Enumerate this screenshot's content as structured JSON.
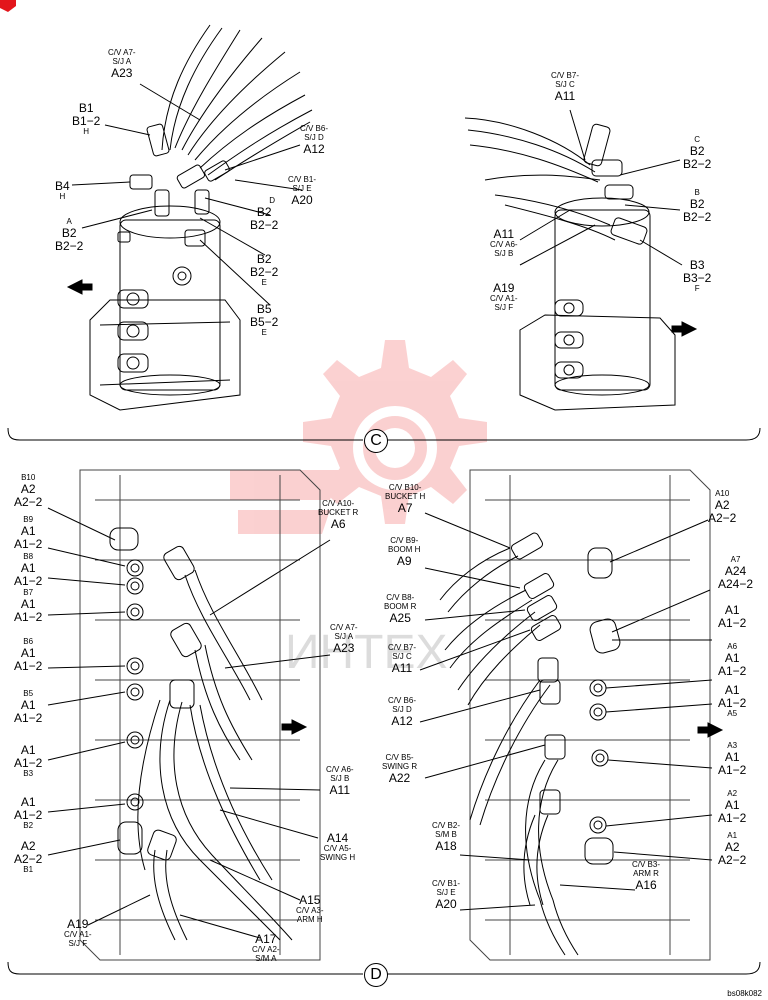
{
  "sections": {
    "c": "C",
    "d": "D"
  },
  "figure_ref": "bs08k082",
  "colors": {
    "stroke": "#000000",
    "watermark": "#f05a5a",
    "corner_stamp": "#e3161c"
  },
  "watermark_text": "ИНТЕХ",
  "labels": {
    "c_a23": {
      "l1": "C/V A7-",
      "l2": "S/J A",
      "code": "A23"
    },
    "c_b1": {
      "l1": "B1",
      "l2": "B1−2",
      "l3": "H"
    },
    "c_b4": {
      "l1": "B4",
      "l2": "H"
    },
    "c_a_b2": {
      "l1": "A",
      "l2": "B2",
      "l3": "B2−2"
    },
    "c_a12": {
      "l1": "C/V B6-",
      "l2": "S/J D",
      "code": "A12"
    },
    "c_a20": {
      "l1": "C/V B1-",
      "l2": "S/J E",
      "code": "A20"
    },
    "c_d_b2": {
      "l1": "D",
      "l2": "B2",
      "l3": "B2−2"
    },
    "c_e_b2": {
      "l1": "B2",
      "l2": "B2−2",
      "l3": "E"
    },
    "c_b5": {
      "l1": "B5",
      "l2": "B5−2",
      "l3": "E"
    },
    "c_a11_top": {
      "l1": "C/V B7-",
      "l2": "S/J C",
      "code": "A11"
    },
    "c_c_b2": {
      "l1": "C",
      "l2": "B2",
      "l3": "B2−2"
    },
    "c_b_b2": {
      "l1": "B",
      "l2": "B2",
      "l3": "B2−2"
    },
    "c_b3": {
      "l1": "B3",
      "l2": "B3−2",
      "l3": "F"
    },
    "c_a11_left": {
      "code": "A11",
      "l1": "C/V A6-",
      "l2": "S/J B"
    },
    "c_a19": {
      "code": "A19",
      "l1": "C/V A1-",
      "l2": "S/J F"
    },
    "d_b10": {
      "l0": "B10",
      "l1": "A2",
      "l2": "A2−2"
    },
    "d_b9": {
      "l0": "B9",
      "l1": "A1",
      "l2": "A1−2"
    },
    "d_b8": {
      "l0": "B8",
      "l1": "A1",
      "l2": "A1−2"
    },
    "d_b7": {
      "l0": "B7",
      "l1": "A1",
      "l2": "A1−2"
    },
    "d_b6": {
      "l0": "B6",
      "l1": "A1",
      "l2": "A1−2"
    },
    "d_b5": {
      "l0": "B5",
      "l1": "A1",
      "l2": "A1−2"
    },
    "d_b3": {
      "l1": "A1",
      "l2": "A1−2",
      "l3": "B3"
    },
    "d_b2": {
      "l1": "A1",
      "l2": "A1−2",
      "l3": "B2"
    },
    "d_b1": {
      "l1": "A2",
      "l2": "A2−2",
      "l3": "B1"
    },
    "d_a6": {
      "l1": "C/V A10-",
      "l2": "BUCKET R",
      "code": "A6"
    },
    "d_a23": {
      "l1": "C/V A7-",
      "l2": "S/J  A",
      "code": "A23"
    },
    "d_a11": {
      "l1": "C/V A6-",
      "l2": "S/J  B",
      "code": "A11"
    },
    "d_a14": {
      "code": "A14",
      "l1": "C/V A5-",
      "l2": "SWING H"
    },
    "d_a15": {
      "code": "A15",
      "l1": "C/V A3-",
      "l2": "ARM H"
    },
    "d_a19": {
      "code": "A19",
      "l1": "C/V A1-",
      "l2": "S/J F"
    },
    "d_a17": {
      "code": "A17",
      "l1": "C/V A2-",
      "l2": "S/M A"
    },
    "r_a7": {
      "l1": "C/V B10-",
      "l2": "BUCKET H",
      "code": "A7"
    },
    "r_a9": {
      "l1": "C/V B9-",
      "l2": "BOOM H",
      "code": "A9"
    },
    "r_a25": {
      "l1": "C/V B8-",
      "l2": "BOOM R",
      "code": "A25"
    },
    "r_a11": {
      "l1": "C/V B7-",
      "l2": "S/J C",
      "code": "A11"
    },
    "r_a12": {
      "l1": "C/V B6-",
      "l2": "S/J D",
      "code": "A12"
    },
    "r_a22": {
      "l1": "C/V B5-",
      "l2": "SWING R",
      "code": "A22"
    },
    "r_a18": {
      "l1": "C/V B2-",
      "l2": "S/M B",
      "code": "A18"
    },
    "r_a20": {
      "l1": "C/V B1-",
      "l2": "S/J E",
      "code": "A20"
    },
    "r_a16": {
      "l1": "C/V B3-",
      "l2": "ARM R",
      "code": "A16"
    },
    "r_a10": {
      "l0": "A10",
      "l1": "A2",
      "l2": "A2−2"
    },
    "r_a24": {
      "l0": "A7",
      "l1": "A24",
      "l2": "A24−2"
    },
    "r_a1_a": {
      "l1": "A1",
      "l2": "A1−2"
    },
    "r_a6": {
      "l0": "A6",
      "l1": "A1",
      "l2": "A1−2"
    },
    "r_a5": {
      "l1": "A1",
      "l2": "A1−2",
      "l3": "A5"
    },
    "r_a3": {
      "l0": "A3",
      "l1": "A1",
      "l2": "A1−2"
    },
    "r_a2": {
      "l0": "A2",
      "l1": "A1",
      "l2": "A1−2"
    },
    "r_a1": {
      "l0": "A1",
      "l1": "A2",
      "l2": "A2−2"
    }
  }
}
